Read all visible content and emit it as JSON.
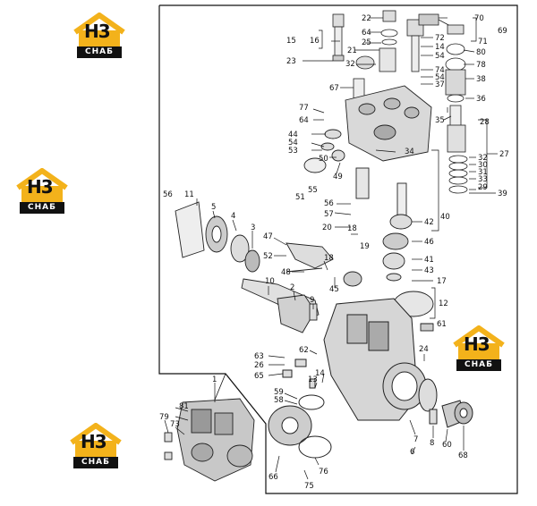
{
  "branding": {
    "logo_mark": "H3",
    "logo_sub": "СНАБ"
  },
  "callouts": [
    {
      "id": "c22",
      "text": "22"
    },
    {
      "id": "c64a",
      "text": "64"
    },
    {
      "id": "c15",
      "text": "15"
    },
    {
      "id": "c16",
      "text": "16"
    },
    {
      "id": "c21",
      "text": "21"
    },
    {
      "id": "c25",
      "text": "25"
    },
    {
      "id": "c23",
      "text": "23"
    },
    {
      "id": "c32a",
      "text": "32"
    },
    {
      "id": "c67",
      "text": "67"
    },
    {
      "id": "c70",
      "text": "70"
    },
    {
      "id": "c69",
      "text": "69"
    },
    {
      "id": "c71",
      "text": "71"
    },
    {
      "id": "c72",
      "text": "72"
    },
    {
      "id": "c14a",
      "text": "14"
    },
    {
      "id": "c54a",
      "text": "54"
    },
    {
      "id": "c74a",
      "text": "74"
    },
    {
      "id": "c54b",
      "text": "54"
    },
    {
      "id": "c37",
      "text": "37"
    },
    {
      "id": "c80",
      "text": "80"
    },
    {
      "id": "c78",
      "text": "78"
    },
    {
      "id": "c38",
      "text": "38"
    },
    {
      "id": "c36",
      "text": "36"
    },
    {
      "id": "c77",
      "text": "77"
    },
    {
      "id": "c64b",
      "text": "64"
    },
    {
      "id": "c44",
      "text": "44"
    },
    {
      "id": "c54c",
      "text": "54"
    },
    {
      "id": "c53",
      "text": "53"
    },
    {
      "id": "c50",
      "text": "50"
    },
    {
      "id": "c49",
      "text": "49"
    },
    {
      "id": "c34",
      "text": "34"
    },
    {
      "id": "c35",
      "text": "35"
    },
    {
      "id": "c28",
      "text": "28"
    },
    {
      "id": "c27",
      "text": "27"
    },
    {
      "id": "c32b",
      "text": "32"
    },
    {
      "id": "c30",
      "text": "30"
    },
    {
      "id": "c31",
      "text": "31"
    },
    {
      "id": "c33",
      "text": "33"
    },
    {
      "id": "c29",
      "text": "29"
    },
    {
      "id": "c39",
      "text": "39"
    },
    {
      "id": "c51",
      "text": "51"
    },
    {
      "id": "c55",
      "text": "55"
    },
    {
      "id": "c56a",
      "text": "56"
    },
    {
      "id": "c11",
      "text": "11"
    },
    {
      "id": "c5",
      "text": "5"
    },
    {
      "id": "c4",
      "text": "4"
    },
    {
      "id": "c3",
      "text": "3"
    },
    {
      "id": "c56b",
      "text": "56"
    },
    {
      "id": "c57",
      "text": "57"
    },
    {
      "id": "c42",
      "text": "42"
    },
    {
      "id": "c40",
      "text": "40"
    },
    {
      "id": "c20",
      "text": "20"
    },
    {
      "id": "c18a",
      "text": "18"
    },
    {
      "id": "c19",
      "text": "19"
    },
    {
      "id": "c46",
      "text": "46"
    },
    {
      "id": "c47",
      "text": "47"
    },
    {
      "id": "c52",
      "text": "52"
    },
    {
      "id": "c41",
      "text": "41"
    },
    {
      "id": "c43",
      "text": "43"
    },
    {
      "id": "c18b",
      "text": "18"
    },
    {
      "id": "c48",
      "text": "48"
    },
    {
      "id": "c45",
      "text": "45"
    },
    {
      "id": "c17",
      "text": "17"
    },
    {
      "id": "c10",
      "text": "10"
    },
    {
      "id": "c2",
      "text": "2"
    },
    {
      "id": "c9",
      "text": "9"
    },
    {
      "id": "c12",
      "text": "12"
    },
    {
      "id": "c61",
      "text": "61"
    },
    {
      "id": "c62",
      "text": "62"
    },
    {
      "id": "c63",
      "text": "63"
    },
    {
      "id": "c26",
      "text": "26"
    },
    {
      "id": "c65",
      "text": "65"
    },
    {
      "id": "c24",
      "text": "24"
    },
    {
      "id": "c13",
      "text": "13"
    },
    {
      "id": "c14b",
      "text": "14"
    },
    {
      "id": "c1",
      "text": "1"
    },
    {
      "id": "c59",
      "text": "59"
    },
    {
      "id": "c58",
      "text": "58"
    },
    {
      "id": "c81",
      "text": "81"
    },
    {
      "id": "c79",
      "text": "79"
    },
    {
      "id": "c73",
      "text": "73"
    },
    {
      "id": "c7",
      "text": "7"
    },
    {
      "id": "c8",
      "text": "8"
    },
    {
      "id": "c60",
      "text": "60"
    },
    {
      "id": "c68",
      "text": "68"
    },
    {
      "id": "c6",
      "text": "6"
    },
    {
      "id": "c76",
      "text": "76"
    },
    {
      "id": "c75",
      "text": "75"
    },
    {
      "id": "c66",
      "text": "66"
    }
  ]
}
